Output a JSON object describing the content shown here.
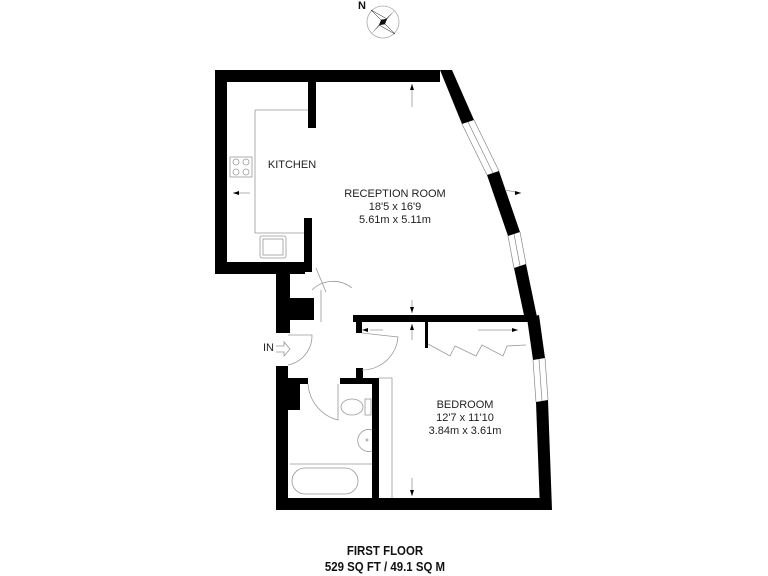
{
  "compass": {
    "north_label": "N",
    "icon": "compass-rose-icon"
  },
  "rooms": {
    "kitchen": {
      "name": "KITCHEN"
    },
    "reception": {
      "name": "RECEPTION ROOM",
      "imperial": "18'5 x 16'9",
      "metric": "5.61m x 5.11m"
    },
    "bedroom": {
      "name": "BEDROOM",
      "imperial": "12'7 x 11'10",
      "metric": "3.84m x 3.61m"
    }
  },
  "entrance": {
    "label": "IN",
    "icon": "entrance-arrow-icon"
  },
  "footer": {
    "floor": "FIRST FLOOR",
    "area": "529 SQ FT /  49.1 SQ M"
  },
  "colors": {
    "wall": "#000000",
    "fixture_line": "#9a9a9a",
    "background": "#ffffff"
  }
}
